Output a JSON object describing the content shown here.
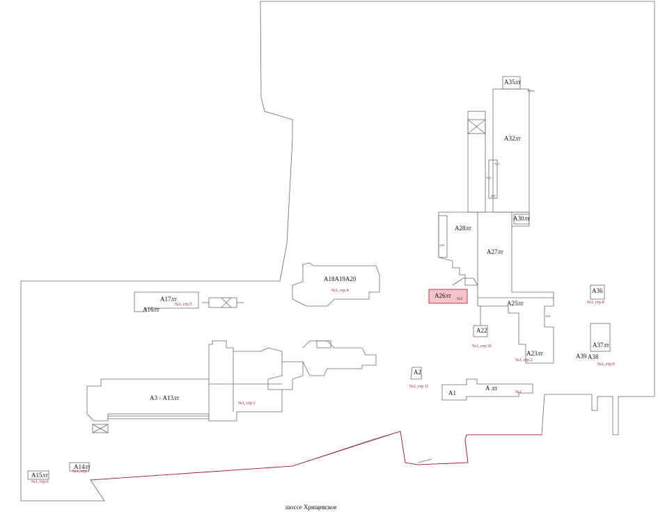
{
  "street": "шоссе Хрищевское",
  "buildings": {
    "a1": "А1",
    "a2": "А2",
    "a3_13": "А3 - А13лт",
    "a14": "А14лт",
    "a15": "А15лт",
    "a16": "А16лт",
    "a17": "А17лт",
    "a18_20": "А18А19А20",
    "a22": "А22",
    "a23": "А23лт",
    "a24": "А24",
    "a25": "А25лт",
    "a26": "А26лт",
    "a27": "А27лт",
    "a28": "А28лт",
    "a29": "А29",
    "a30": "А30лт",
    "a31": "А31",
    "a32": "А32лт",
    "a33": "А33",
    "a34": "А34",
    "a35": "А35лт",
    "a35b": "А35лт",
    "a36": "А36",
    "a37": "А37лт",
    "a38": "А38",
    "a39": "А39",
    "a_main": "А лт"
  },
  "notes": {
    "n1": "№1",
    "n1b": "№1",
    "n1_p1": "№1, стр.1",
    "n1_p2": "№1, стр.2",
    "n1_p4": "№1, стр.4",
    "n1_p5": "№1, стр.5",
    "n1_p6": "№1, стр.6",
    "n1_p7": "№1, стр.7",
    "n1_p8": "№1, стр.8",
    "n1_p9": "№1, стр.9",
    "n1_p10": "№1, стр.10",
    "n1_p11": "№1, стр.11"
  },
  "colors": {
    "outline": "#555555",
    "boundary": "#b0102a",
    "highlight": "#e8a0a8",
    "label_red": "#b0102a"
  }
}
